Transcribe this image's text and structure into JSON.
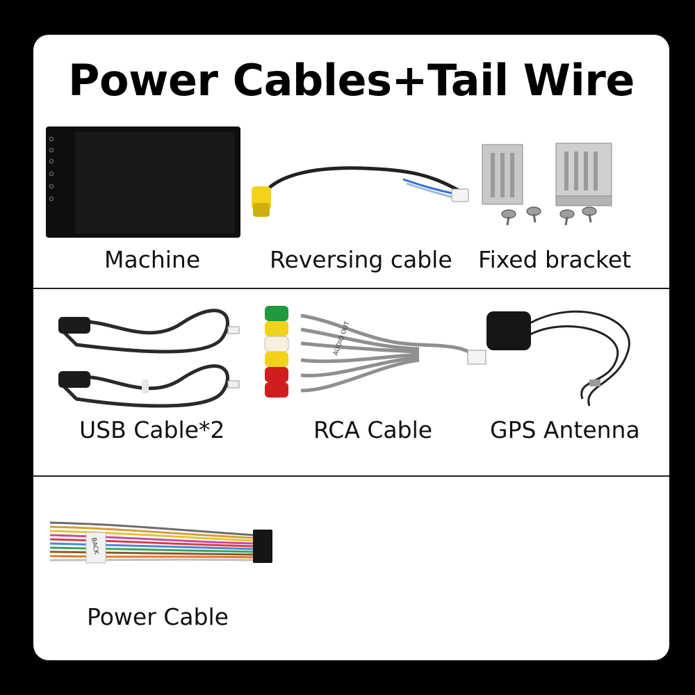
{
  "title": "Power Cables+Tail Wire",
  "items": [
    {
      "label": "Machine"
    },
    {
      "label": "Reversing cable"
    },
    {
      "label": "Fixed bracket"
    },
    {
      "label": "USB Cable*2"
    },
    {
      "label": "RCA Cable"
    },
    {
      "label": "GPS Antenna"
    },
    {
      "label": "Power Cable"
    }
  ],
  "product_text": {
    "power_harness_tag": "BACK",
    "rca_tag_text": "AUDIO OUT"
  },
  "colors": {
    "page_background": "#000000",
    "card_background": "#ffffff",
    "rca_yellow": "#f2d21a",
    "rca_green": "#1f9a3c",
    "rca_red": "#d01e1e"
  }
}
